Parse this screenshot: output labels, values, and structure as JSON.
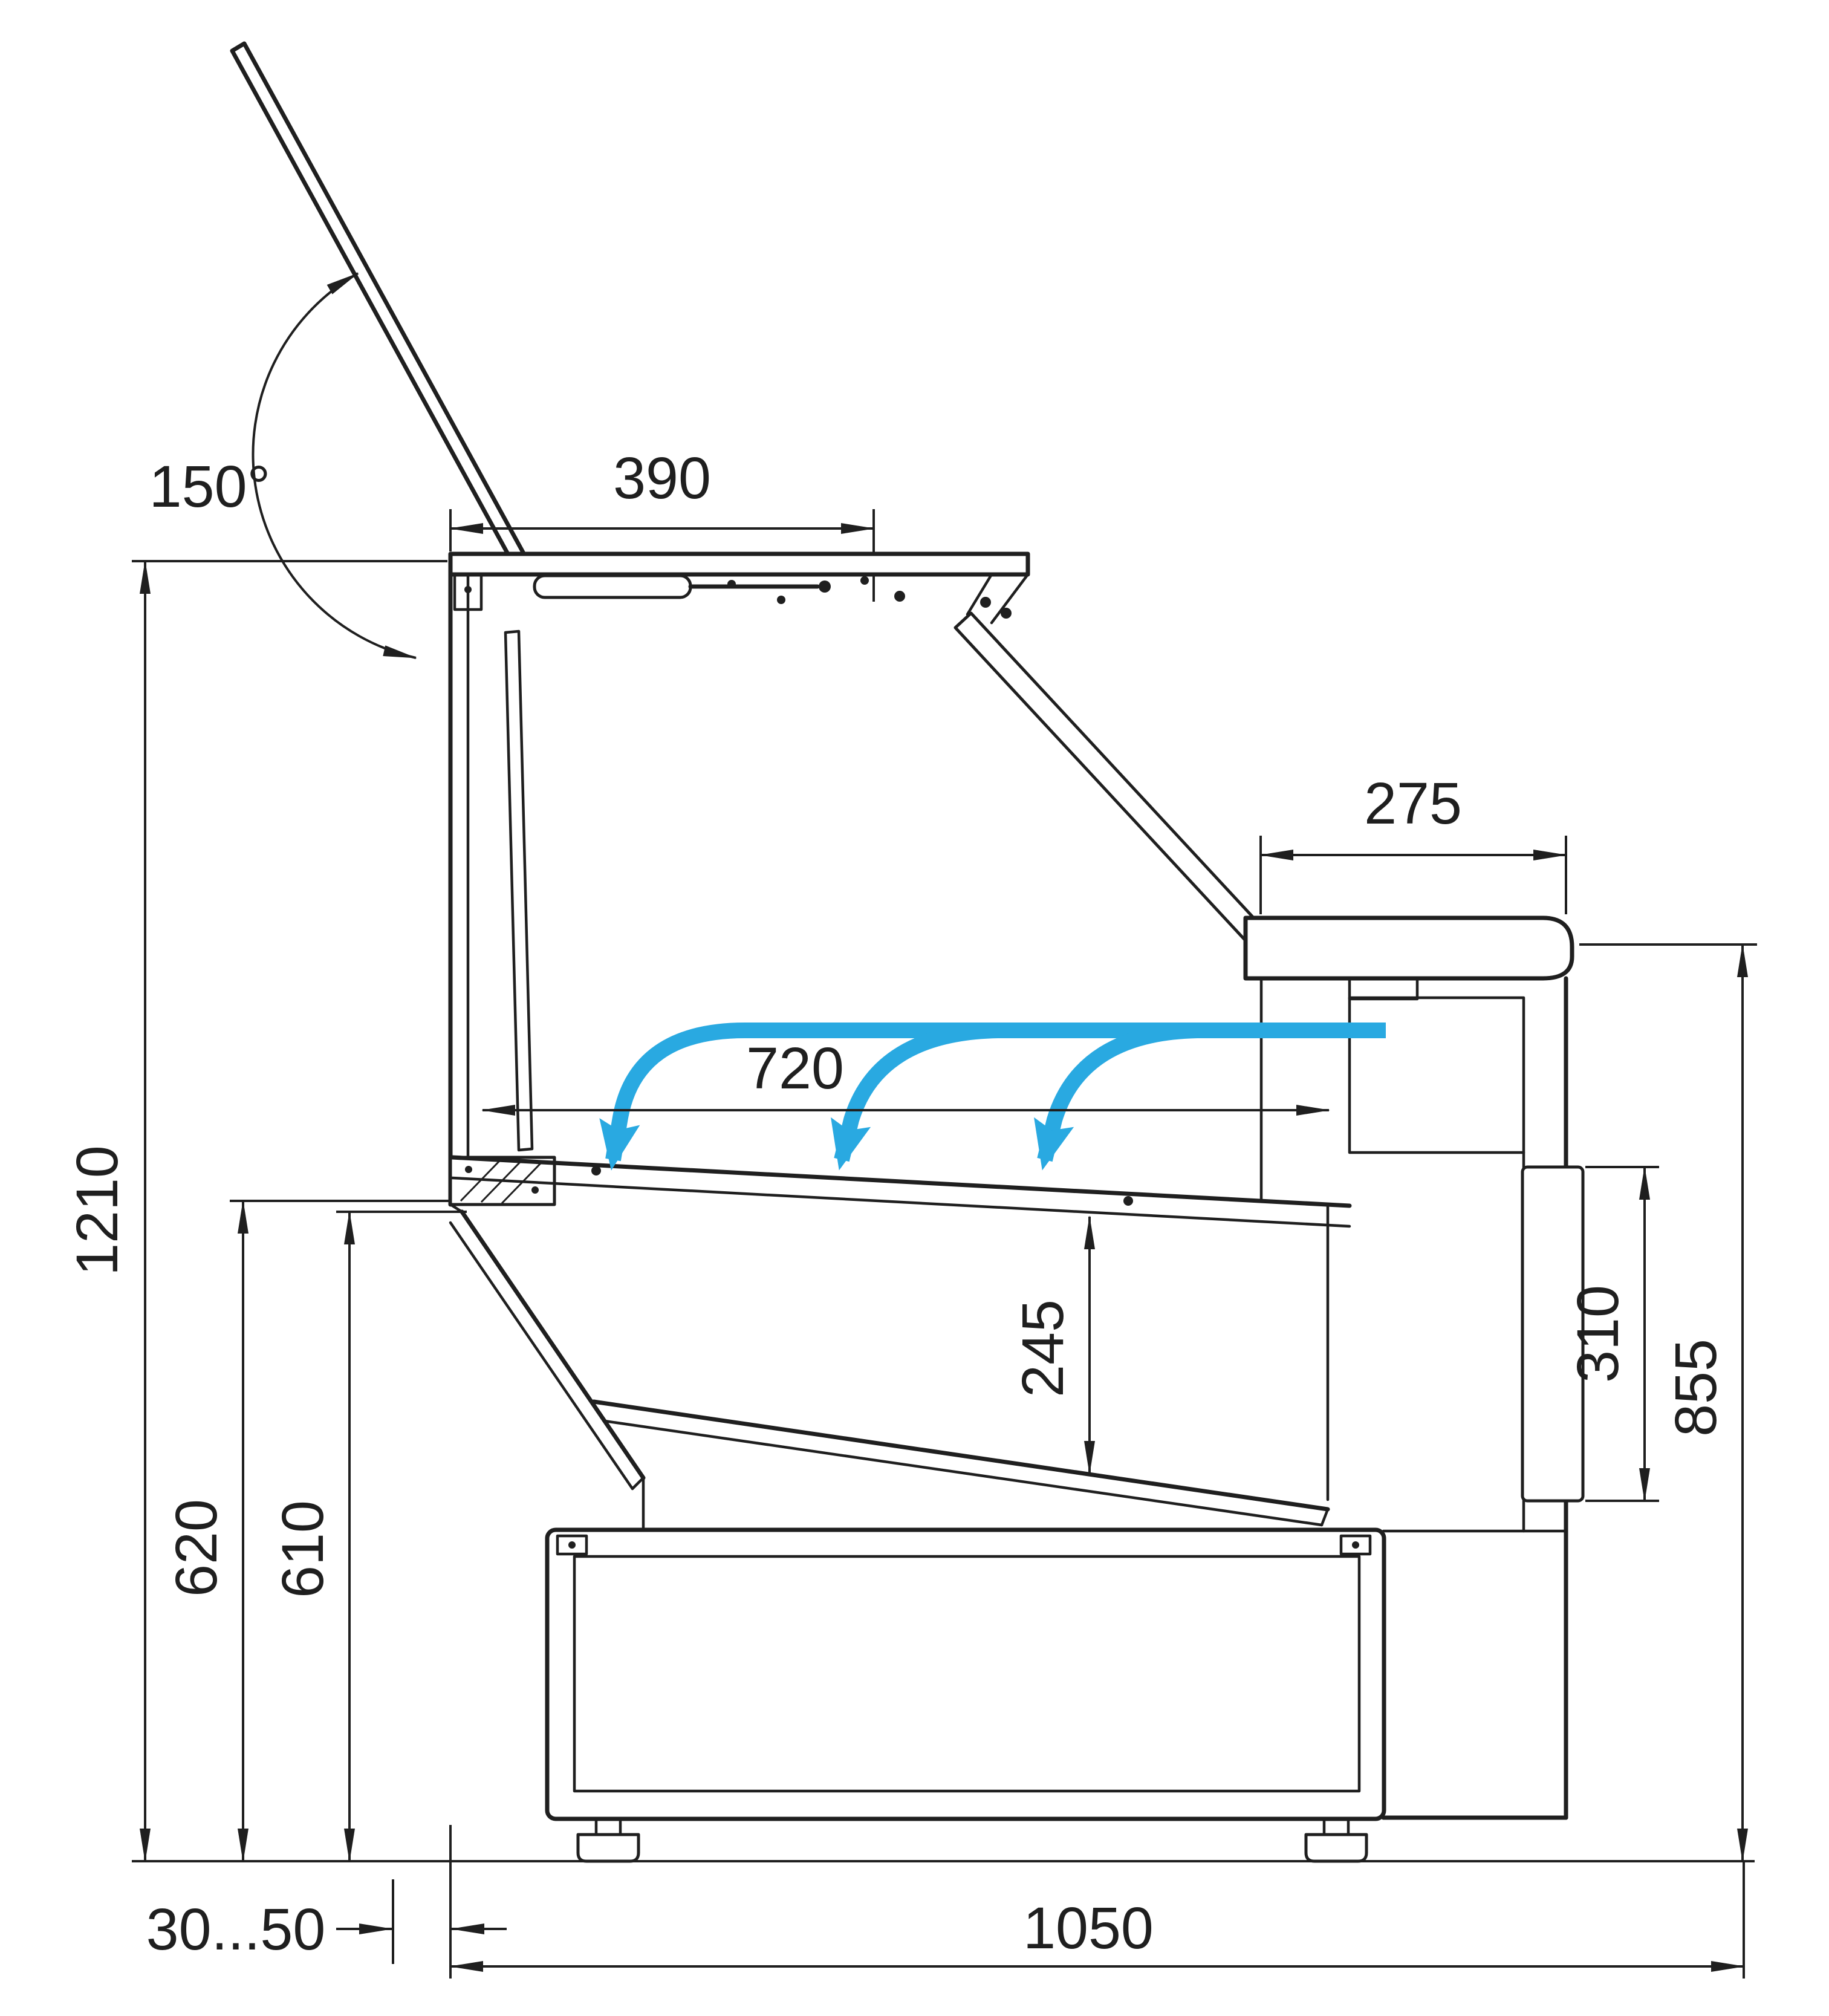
{
  "page": {
    "background": "#ffffff",
    "subject": "Side cross-section technical drawing of a refrigerated serve-over display counter with lid opening angle, overall dimensions and air-curtain flow arrows"
  },
  "colors": {
    "line": "#1f1f1f",
    "airflow": "#29a9e1"
  },
  "dimensions": {
    "lid_open_angle": "150°",
    "lid_top_width": "390",
    "rear_worktop_depth": "275",
    "display_deck_length": "720",
    "overall_height": "1210",
    "front_height_outer": "620",
    "front_height_inner": "610",
    "well_depth": "245",
    "rear_panel_height": "310",
    "rear_worktop_height": "855",
    "foot_recess": "30...50",
    "overall_depth": "1050"
  }
}
